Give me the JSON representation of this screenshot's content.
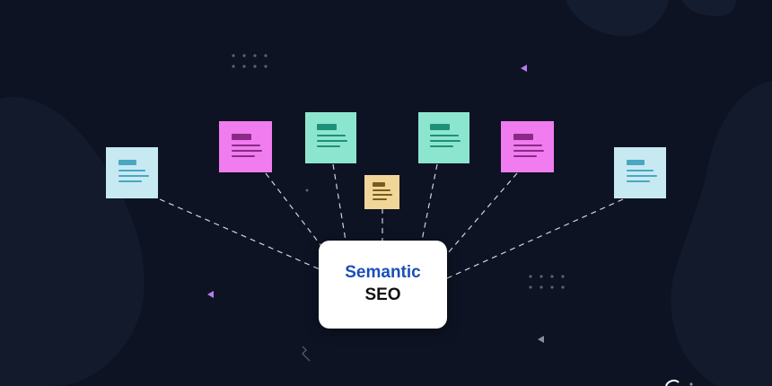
{
  "center": {
    "line1": "Semantic",
    "line2": "SEO",
    "line1_color": "#1b4fb8",
    "line2_color": "#111111"
  },
  "background_color": "#0d1322",
  "blob_color": "#121a2c",
  "connector_color": "#cfd3dc",
  "documents": [
    {
      "id": "doc-light-blue-left",
      "color": "#c7e9f1",
      "accent": "#4aa7c2"
    },
    {
      "id": "doc-pink-left",
      "color": "#f07cf0",
      "accent": "#8a2a86"
    },
    {
      "id": "doc-mint-left",
      "color": "#8ce6cf",
      "accent": "#1f8f78"
    },
    {
      "id": "doc-yellow-center",
      "color": "#f1d69a",
      "accent": "#7a5b1f"
    },
    {
      "id": "doc-mint-right",
      "color": "#8ce6cf",
      "accent": "#1f8f78"
    },
    {
      "id": "doc-pink-right",
      "color": "#f07cf0",
      "accent": "#8a2a86"
    },
    {
      "id": "doc-light-blue-right",
      "color": "#c7e9f1",
      "accent": "#4aa7c2"
    }
  ],
  "decorations": {
    "triangle_color_1": "#b77cf0",
    "triangle_color_2": "#8a8fa0",
    "dot_color": "#5a6275"
  }
}
